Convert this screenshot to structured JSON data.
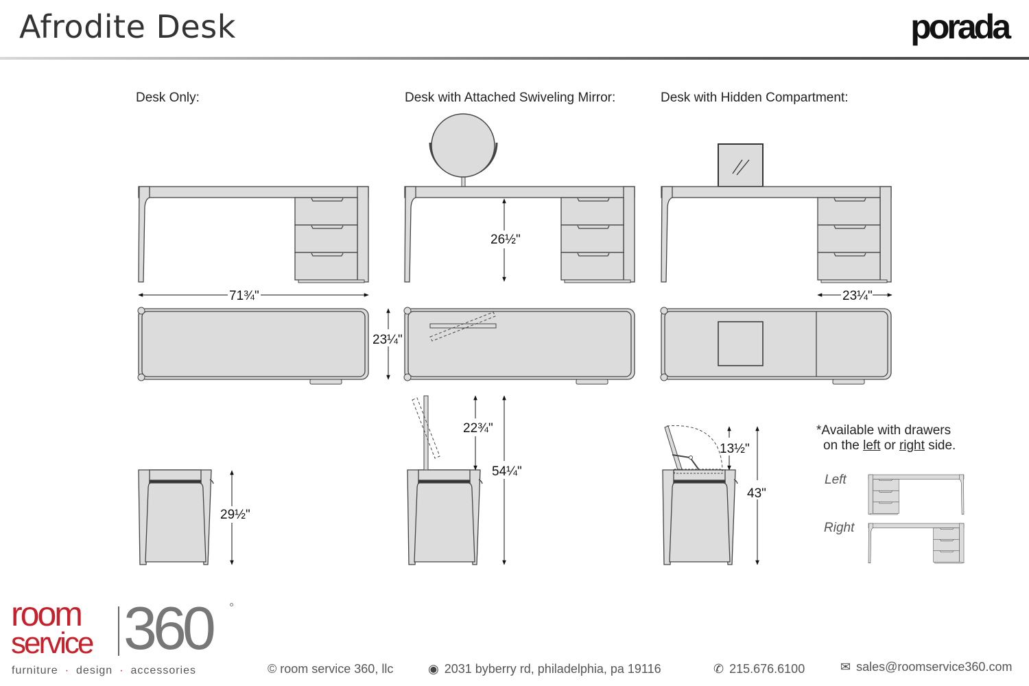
{
  "header": {
    "title": "Afrodite Desk",
    "brand": "porada"
  },
  "sections": [
    {
      "label": "Desk Only:"
    },
    {
      "label": "Desk with Attached Swiveling Mirror:"
    },
    {
      "label": "Desk with Hidden Compartment:"
    }
  ],
  "dimensions": {
    "width": "71¾\"",
    "depth_desk_only": "23¼\"",
    "height_desk_only": "29½\"",
    "mirror_clearance": "26½\"",
    "mirror_height": "22¾\"",
    "mirror_total_height": "54¼\"",
    "pedestal_width": "23¼\"",
    "compartment_height": "13½\"",
    "compartment_total_height": "43\""
  },
  "note": {
    "asterisk": "*",
    "line1": "Available with drawers",
    "line2_pre": "on the",
    "left_word": "left",
    "or": "or",
    "right_word": "right",
    "line2_post": "side.",
    "option_left": "Left",
    "option_right": "Right"
  },
  "footer": {
    "logo_room": "room",
    "logo_service": "service",
    "logo_360": "360",
    "logo_degree": "°",
    "tagline": [
      "furniture",
      "design",
      "accessories"
    ],
    "copyright": "© room service 360, llc",
    "address": "2031 byberry rd, philadelphia, pa 19116",
    "phone": "215.676.6100",
    "email": "sales@roomservice360.com"
  },
  "colors": {
    "accent": "#c8202a",
    "fill": "#dcdcdc",
    "stroke": "#444444"
  }
}
